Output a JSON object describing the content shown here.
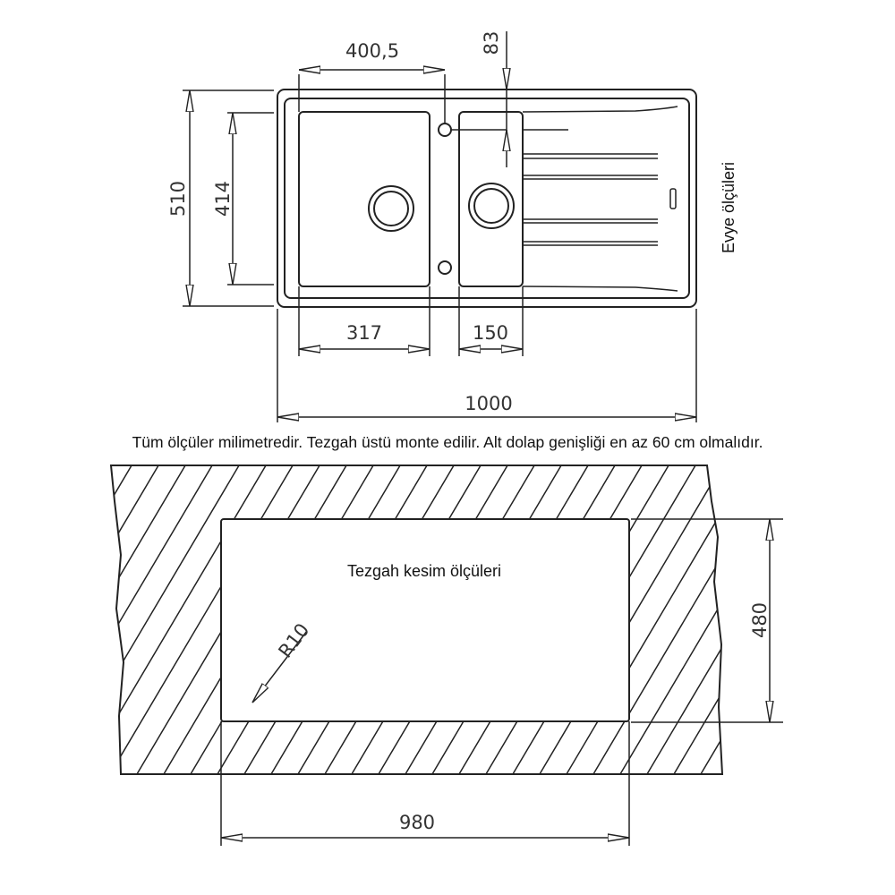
{
  "top_view": {
    "title": "Evye ölçüleri",
    "dimensions": {
      "tap_hole_offset": "400,5",
      "tap_hole_depth": "83",
      "total_depth": "510",
      "bowl_depth": "414",
      "main_bowl_width": "317",
      "small_bowl_width": "150",
      "total_width": "1000"
    }
  },
  "caption": "Tüm ölçüler milimetredir. Tezgah üstü monte edilir. Alt dolap genişliği en az 60 cm olmalıdır.",
  "cutout_view": {
    "title": "Tezgah kesim ölçüleri",
    "dimensions": {
      "corner_radius": "R10",
      "cutout_depth": "480",
      "cutout_width": "980"
    }
  }
}
